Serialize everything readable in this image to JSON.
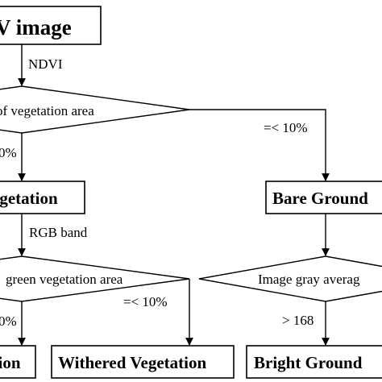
{
  "nodes": {
    "source_image": "V image",
    "vegetation": "egetation",
    "bare_ground": "Bare Ground",
    "veg_leaf": "ation",
    "withered_vegetation": "Withered Vegetation",
    "bright_ground": "Bright Ground"
  },
  "decisions": {
    "vegetation_area": "of vegetation area",
    "green_vegetation_area": "green vegetation area",
    "image_gray_average": "Image gray averag"
  },
  "edges": {
    "ndvi": "NDVI",
    "gt_10_top": "0%",
    "le_10_top": "=< 10%",
    "rgb_band": "RGB band",
    "gt_10_bottom": "0%",
    "le_10_bottom": "=< 10%",
    "gt_168": "> 168"
  }
}
